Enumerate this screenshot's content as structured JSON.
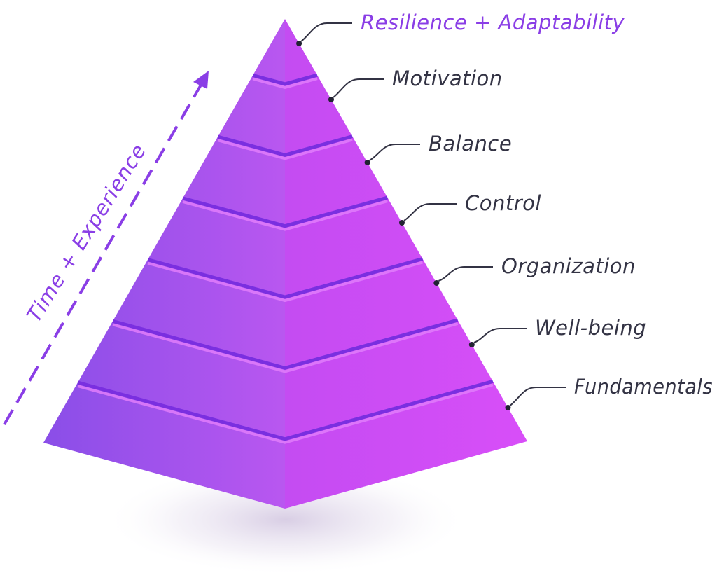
{
  "diagram": {
    "tiers": [
      {
        "label": "Resilience + Adaptability",
        "highlight": true
      },
      {
        "label": "Motivation",
        "highlight": false
      },
      {
        "label": "Balance",
        "highlight": false
      },
      {
        "label": "Control",
        "highlight": false
      },
      {
        "label": "Organization",
        "highlight": false
      },
      {
        "label": "Well-being",
        "highlight": false
      },
      {
        "label": "Fundamentals",
        "highlight": false
      }
    ],
    "axis_label": "Time + Experience",
    "colors": {
      "accent": "#8a3ee6",
      "label_text": "#333344",
      "left_face_start": "#8a4ee8",
      "left_face_end": "#b957f0",
      "right_face_start": "#c44cf2",
      "right_face_end": "#d84ef8",
      "groove": "#7a2fe0",
      "groove_highlight": "#e07dfa",
      "leader_line": "#333344"
    }
  }
}
